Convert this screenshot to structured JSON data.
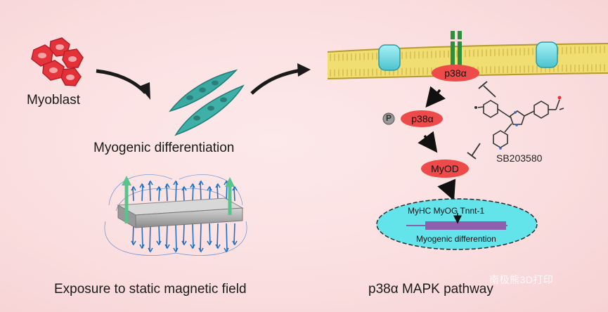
{
  "labels": {
    "myoblast": "Myoblast",
    "myogenic_differentiation": "Myogenic differentiation",
    "exposure": "Exposure to static magnetic field",
    "pathway": "p38α MAPK  pathway",
    "inhibitor": "SB203580",
    "watermark": "南极熊3D打印"
  },
  "pathway": {
    "receptor_kinase": "p38α",
    "phospho_kinase": "p38α",
    "phospho_mark": "P",
    "transcription_factor": "MyOD",
    "genes": "MyHC  MyOG Tnnt-1",
    "nucleus_label": "Myogenic differention"
  },
  "colors": {
    "cell_red": "#e5343c",
    "cell_teal": "#3aa9a1",
    "protein_red": "#ee4a4a",
    "membrane_yellow": "#f1de72",
    "channel_cyan": "#5fd3dd",
    "receptor_green": "#2b8f3c",
    "nucleus_fill": "#63e3ea",
    "dna_purple": "#8e5fae",
    "field_arrow_blue": "#1f6fc4",
    "field_arrow_green": "#59c38c"
  },
  "icons": [
    "myoblast-cluster-icon",
    "myotube-cells-icon",
    "magnet-field-icon",
    "receptor-icon",
    "inhibitor-molecule-icon"
  ]
}
